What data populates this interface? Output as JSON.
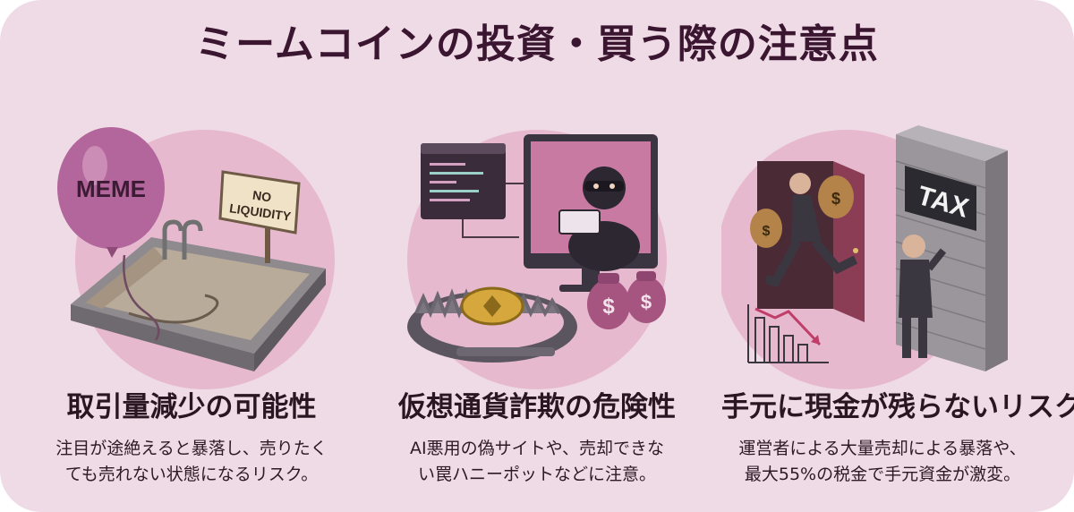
{
  "title": "ミームコインの投資・買う際の注意点",
  "panels": [
    {
      "heading": "取引量減少の可能性",
      "desc_lines": [
        "注目が途絶えると暴落し、売りたく",
        "ても売れない状態になるリスク。"
      ],
      "balloon_text": "MEME",
      "sign_text_1": "NO",
      "sign_text_2": "LIQUIDITY"
    },
    {
      "heading": "仮想通貨詐欺の危険性",
      "desc_lines": [
        "AI悪用の偽サイトや、売却できな",
        "い罠ハニーポットなどに注意。"
      ],
      "money_symbol": "$"
    },
    {
      "heading": "手元に現金が残らないリスク",
      "desc_lines": [
        "運営者による大量売却による暴落や、",
        "最大55%の税金で手元資金が激変。"
      ],
      "wall_text": "TAX",
      "money_symbol": "$"
    }
  ],
  "colors": {
    "background": "#efdbe6",
    "title": "#3b1631",
    "accent_pink": "#d98fb5",
    "balloon": "#b3669b",
    "circle": "#e7b9cf"
  },
  "icons": [
    "balloon-icon",
    "empty-pool-icon",
    "sign-icon",
    "code-window-icon",
    "monitor-icon",
    "thief-icon",
    "bear-trap-icon",
    "coin-icon",
    "money-bag-icon",
    "door-icon",
    "running-man-icon",
    "brick-wall-icon",
    "declining-chart-icon"
  ]
}
